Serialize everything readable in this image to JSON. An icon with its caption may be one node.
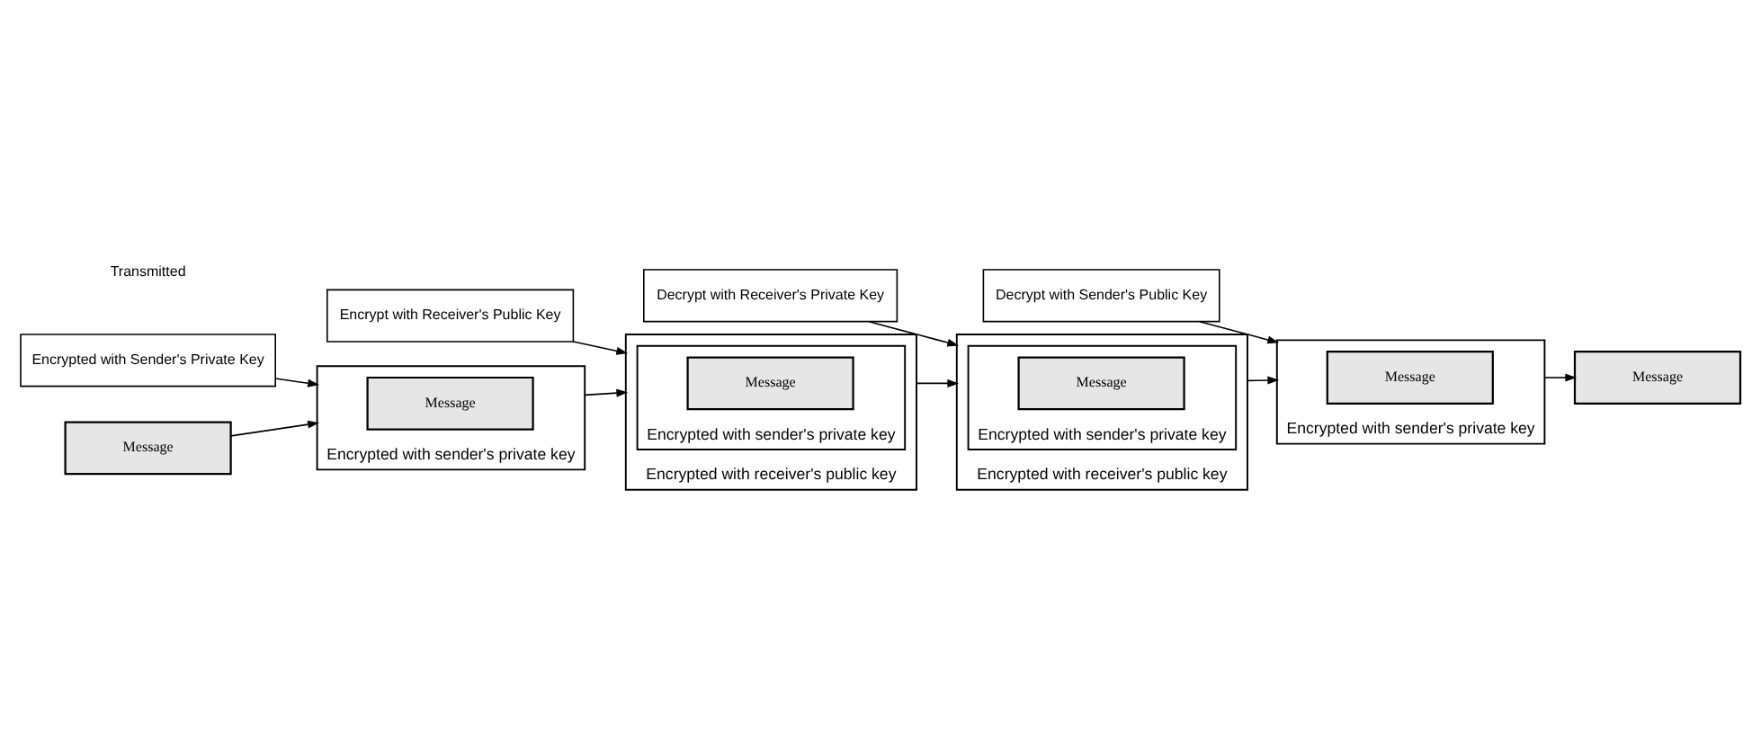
{
  "diagram": {
    "nodes": [
      {
        "text": [
          "Decrypt with Sender's Public Key"
        ]
      },
      {
        "text": [
          "Encrypt with Receiver's Public Key"
        ]
      },
      {
        "text": [
          "Encrypted with Sender's Private Key"
        ]
      },
      {
        "text": [
          "Decrypt with Receiver's Private Key"
        ]
      },
      {
        "text": [
          "Message"
        ]
      },
      {
        "text": [
          "Encrypted with sender's private key"
        ]
      },
      {
        "text": [
          "Message"
        ],
        "in": 5
      },
      {
        "text": [
          "Encrypted with receiver's public key"
        ]
      },
      {
        "text": [
          "Encrypted with sender's private key"
        ],
        "in": 7
      },
      {
        "text": [
          "Message"
        ],
        "in": 8
      },
      {
        "text": [
          "Encrypted with receiver's public key"
        ]
      },
      {
        "text": [
          "Encrypted with sender's private key"
        ],
        "in": 10
      },
      {
        "text": [
          "Message"
        ],
        "in": 11
      },
      {
        "text": [
          "Encrypted with sender's private key"
        ]
      },
      {
        "text": [
          "Message"
        ],
        "in": 13
      },
      {
        "text": [
          "Message"
        ]
      }
    ],
    "edges": [
      {
        "from": 4,
        "to": 5,
        "arrow": "to"
      },
      {
        "from": 2,
        "to": 5,
        "arrow": "to"
      },
      {
        "from": 5,
        "to": 7,
        "arrow": "to"
      },
      {
        "from": 1,
        "to": 7,
        "arrow": "to"
      },
      {
        "from": 7,
        "to": 10,
        "arrow": "to"
      },
      {
        "from": 3,
        "to": 10,
        "arrow": "to"
      },
      {
        "from": 10,
        "to": 13,
        "arrow": "to"
      },
      {
        "from": 0,
        "to": 13,
        "arrow": "to"
      },
      {
        "from": 13,
        "to": 15,
        "arrow": "to"
      }
    ],
    "labels": [
      "Transmitted"
    ]
  }
}
